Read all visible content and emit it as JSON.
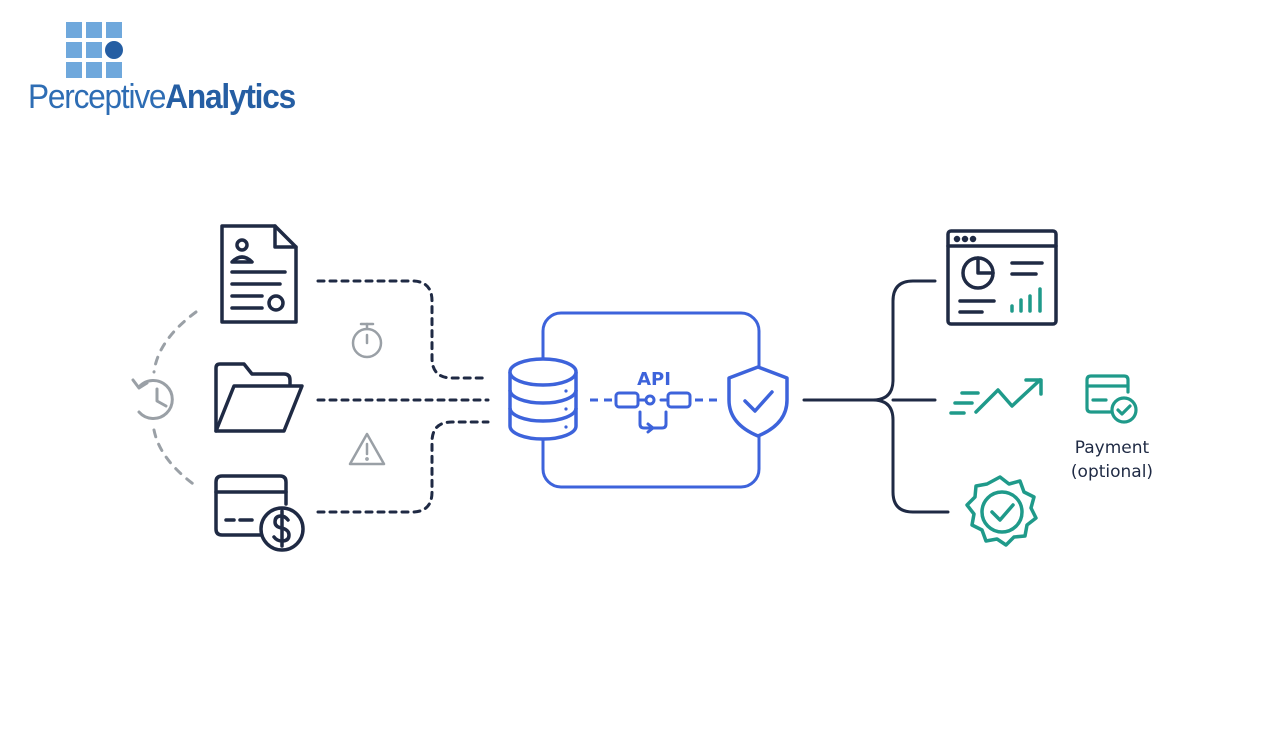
{
  "brand": {
    "name_light": "Perceptive",
    "name_bold": "Analytics",
    "color_primary": "#2e6db4",
    "color_light": "#6fa8dc"
  },
  "diagram": {
    "hub_label": "API",
    "payment_label_line1": "Payment",
    "payment_label_line2": "(optional)",
    "colors": {
      "navy": "#1f2a44",
      "blue": "#3d63db",
      "teal": "#1f9a8a",
      "gray": "#9aa0a6"
    },
    "icons": {
      "sources": [
        "document-icon",
        "folder-icon",
        "card-dollar-icon"
      ],
      "side": [
        "history-icon",
        "stopwatch-icon",
        "warning-icon"
      ],
      "hub": [
        "database-icon",
        "api-connector-icon",
        "shield-check-icon"
      ],
      "outputs": [
        "dashboard-icon",
        "trend-icon",
        "badge-check-icon",
        "payment-card-icon"
      ]
    }
  }
}
